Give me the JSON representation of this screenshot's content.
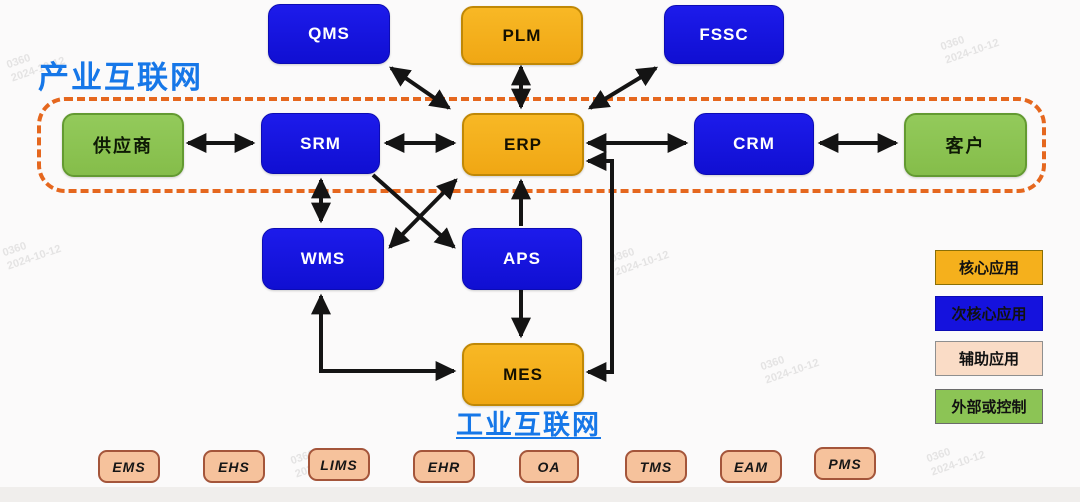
{
  "titles": {
    "industry_internet": "产业互联网",
    "industrial_internet": "工业互联网"
  },
  "nodes": {
    "qms": {
      "label": "QMS",
      "type": "secondary-core"
    },
    "plm": {
      "label": "PLM",
      "type": "core"
    },
    "fssc": {
      "label": "FSSC",
      "type": "secondary-core"
    },
    "supplier": {
      "label": "供应商",
      "type": "external"
    },
    "srm": {
      "label": "SRM",
      "type": "secondary-core"
    },
    "erp": {
      "label": "ERP",
      "type": "core"
    },
    "crm": {
      "label": "CRM",
      "type": "secondary-core"
    },
    "customer": {
      "label": "客户",
      "type": "external"
    },
    "wms": {
      "label": "WMS",
      "type": "secondary-core"
    },
    "aps": {
      "label": "APS",
      "type": "secondary-core"
    },
    "mes": {
      "label": "MES",
      "type": "core"
    }
  },
  "legend": [
    {
      "label": "核心应用",
      "color": "#f5b01c"
    },
    {
      "label": "次核心应用",
      "color": "#1512dd"
    },
    {
      "label": "辅助应用",
      "color": "#fadcc6"
    },
    {
      "label": "外部或控制",
      "color": "#8cc455"
    }
  ],
  "auxiliary_apps": [
    "EMS",
    "EHS",
    "LIMS",
    "EHR",
    "OA",
    "TMS",
    "EAM",
    "PMS"
  ],
  "watermark": {
    "line1": "0360",
    "line2": "2024-10-12"
  },
  "colors": {
    "core": "#f5b01c",
    "secondary_core": "#1512dd",
    "auxiliary": "#f6c29c",
    "external": "#8cc455",
    "boundary_dash": "#e5671e",
    "title_blue": "#1677e8",
    "arrow": "#141414"
  }
}
